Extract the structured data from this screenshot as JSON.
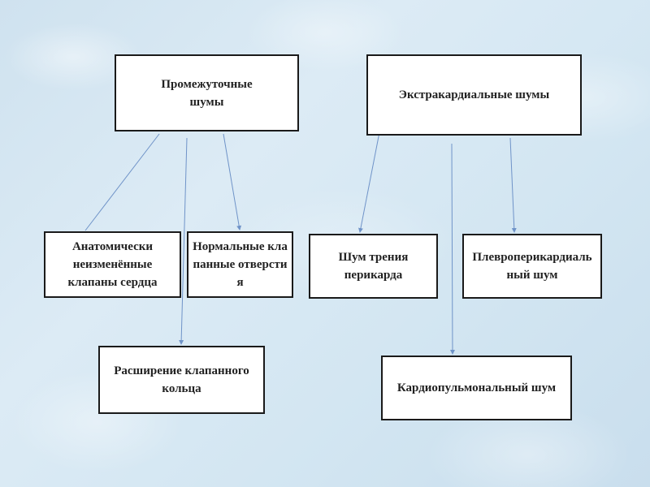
{
  "diagram": {
    "line_color": "#6f93c8",
    "box_border_color": "#1a1a1a",
    "nodes": {
      "intermediate": "Промежуточные шумы",
      "extracardiac": "Экстракардиальные шумы",
      "anatomic": "Анатомически неизменённые клапаны сердца",
      "normal": "Нормальные клапанные отверстия",
      "friction": "Шум трения перикарда",
      "pleuro": "Плевроперикардиальный шум",
      "ring": "Расширение клапанного кольца",
      "cardiopulm": "Кардиопульмональный шум"
    },
    "edges": [
      {
        "from": "intermediate",
        "to": "anatomic"
      },
      {
        "from": "intermediate",
        "to": "normal"
      },
      {
        "from": "intermediate",
        "to": "ring"
      },
      {
        "from": "extracardiac",
        "to": "friction"
      },
      {
        "from": "extracardiac",
        "to": "pleuro"
      },
      {
        "from": "extracardiac",
        "to": "cardiopulm"
      }
    ]
  }
}
